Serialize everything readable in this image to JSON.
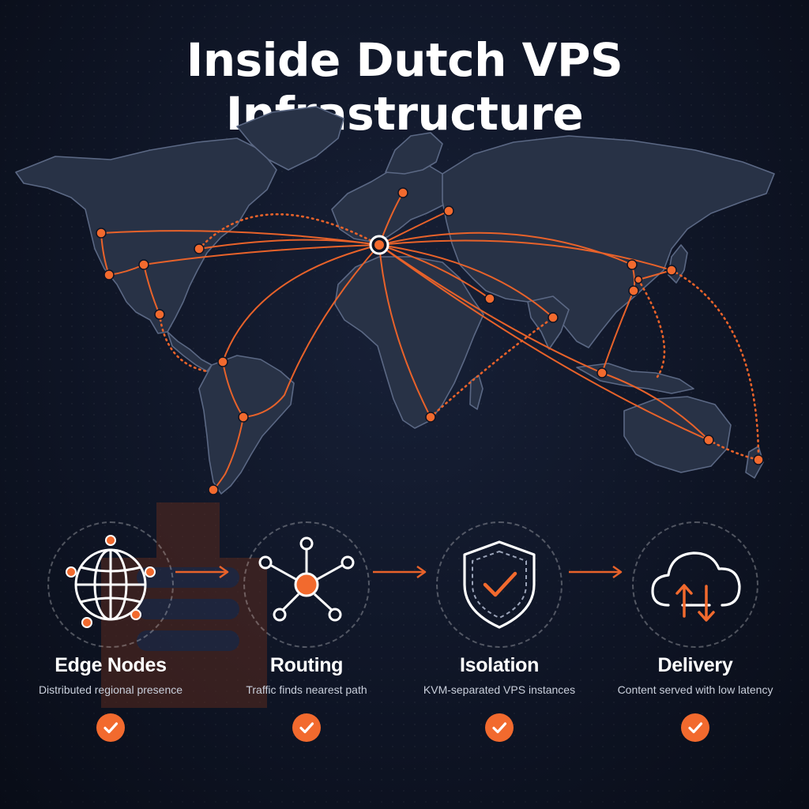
{
  "title": "Inside Dutch VPS Infrastructure",
  "colors": {
    "accent": "#f26a2e",
    "background": "#0e1424",
    "land": "#283246",
    "coast": "#5b6884"
  },
  "steps": [
    {
      "label": "Edge Nodes",
      "description": "Distributed regional presence",
      "icon": "globe-network-icon",
      "status_icon": "check-icon"
    },
    {
      "label": "Routing",
      "description": "Traffic finds nearest path",
      "icon": "network-hub-icon",
      "status_icon": "check-icon"
    },
    {
      "label": "Isolation",
      "description": "KVM-separated VPS instances",
      "icon": "shield-check-icon",
      "status_icon": "check-icon"
    },
    {
      "label": "Delivery",
      "description": "Content served with low latency",
      "icon": "cloud-transfer-icon",
      "status_icon": "check-icon"
    }
  ],
  "connector_icon": "arrow-right-icon"
}
